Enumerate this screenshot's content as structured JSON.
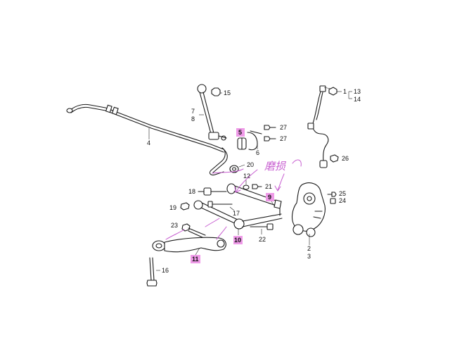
{
  "highlight_color": "#ef9ae8",
  "annotation_color": "#c85fd1",
  "annotation_text": "磨损",
  "labels": {
    "l1": "1",
    "l13": "13",
    "l14": "14",
    "l15": "15",
    "l7": "7",
    "l8": "8",
    "l4": "4",
    "l5": "5",
    "l6": "6",
    "l27a": "27",
    "l27b": "27",
    "l26": "26",
    "l20": "20",
    "l12": "12",
    "l21": "21",
    "l9": "9",
    "l18": "18",
    "l17": "17",
    "l19": "19",
    "l25": "25",
    "l24": "24",
    "l23": "23",
    "l10": "10",
    "l22": "22",
    "l2": "2",
    "l3": "3",
    "l11": "11",
    "l16": "16"
  }
}
